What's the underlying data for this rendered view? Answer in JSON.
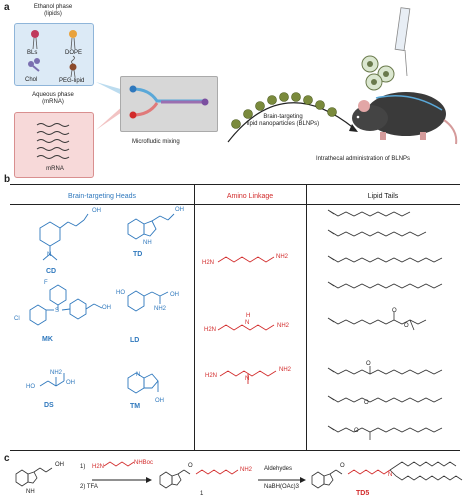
{
  "panel_a": {
    "letter": "a",
    "ethanol_title": "Ethanol phase\n(lipids)",
    "lipids": [
      "BLs",
      "DOPE",
      "Chol",
      "PEG-lipid"
    ],
    "aqueous_title": "Aqueous phase\n(mRNA)",
    "mrna_label": "mRNA",
    "mixing_label": "Microfludic mixing",
    "blnp_label": "Brain-targeting\nlipid nanoparticles (BLNPs)",
    "admin_label": "Intrathecal administration of BLNPs",
    "colors": {
      "ethanol_box": "#dceaf6",
      "aqueous_box": "#f7d9d9",
      "accent_blue": "#2f78bd",
      "accent_red": "#d22b2b"
    }
  },
  "panel_b": {
    "letter": "b",
    "col_heads": "Brain-targeting Heads",
    "col_amino": "Amino Linkage",
    "col_tails": "Lipid Tails",
    "heads": [
      "CD",
      "TD",
      "MK",
      "LD",
      "DS",
      "TM"
    ],
    "head_atoms": {
      "oh": "OH",
      "o": "O",
      "n": "N",
      "nh": "NH",
      "hn": "HN",
      "nh2": "NH2",
      "ho": "HO",
      "f": "F",
      "cl": "Cl",
      "s": "S"
    },
    "amines": [
      {
        "left": "H2N",
        "right": "NH2"
      },
      {
        "left": "H2N",
        "mid": "N",
        "mid_h": "H",
        "right": "NH2"
      },
      {
        "left": "H2N",
        "mid": "N",
        "right": "NH2"
      }
    ]
  },
  "panel_c": {
    "letter": "c",
    "step1_reagent": "1)",
    "step1_amine": "H2N",
    "step1_boc": "NHBoc",
    "step2": "2)  TFA",
    "aldehydes": "Aldehydes",
    "reductant": "NaBH(OAc)3",
    "intermediate_label": "1",
    "product_label": "TD5",
    "atoms": {
      "oh": "OH",
      "o": "O",
      "nh": "NH",
      "nh2": "NH2",
      "n": "N",
      "h": "H"
    }
  }
}
